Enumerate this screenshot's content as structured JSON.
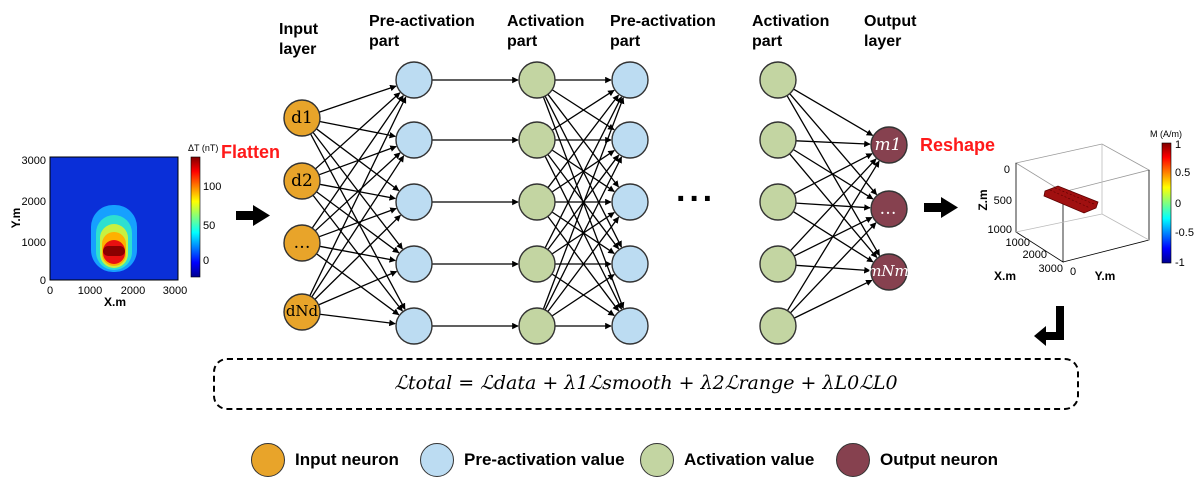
{
  "headers": {
    "input_layer": [
      "Input",
      "layer"
    ],
    "pre_activation_1": [
      "Pre-activation",
      "part"
    ],
    "activation_1": [
      "Activation",
      "part"
    ],
    "pre_activation_2": [
      "Pre-activation",
      "part"
    ],
    "activation_2": [
      "Activation",
      "part"
    ],
    "output_layer": [
      "Output",
      "layer"
    ]
  },
  "labels": {
    "flatten": "Flatten",
    "reshape": "Reshape",
    "ellipsis": "···"
  },
  "input_neurons": [
    "d1",
    "d2",
    "…",
    "dNd"
  ],
  "output_neurons": [
    "m1",
    "…",
    "mNm"
  ],
  "loss_equation": "ℒtotal = ℒdata + λ1ℒsmooth + λ2ℒrange + λL0ℒL0",
  "left_plot": {
    "colorbar_title": "ΔT (nT)",
    "colorbar_ticks": [
      "100",
      "50",
      "0"
    ],
    "y_label": "Y.m",
    "x_label": "X.m",
    "y_ticks": [
      "3000",
      "2000",
      "1000",
      "0"
    ],
    "x_ticks": [
      "0",
      "1000",
      "2000",
      "3000"
    ]
  },
  "right_plot": {
    "colorbar_title": "M (A/m)",
    "colorbar_ticks": [
      "1",
      "0.5",
      "0",
      "-0.5",
      "-1"
    ],
    "z_label": "Z.m",
    "x_label": "X.m",
    "y_label": "Y.m",
    "z_ticks": [
      "0",
      "500",
      "1000"
    ],
    "x_ticks": [
      "1000",
      "2000",
      "3000"
    ],
    "y_ticks": [
      "0"
    ]
  },
  "legend": [
    {
      "label": "Input neuron",
      "color": "#e8a42a"
    },
    {
      "label": "Pre-activation value",
      "color": "#bcdcf2"
    },
    {
      "label": "Activation value",
      "color": "#c3d5a2"
    },
    {
      "label": "Output neuron",
      "color": "#86414f"
    }
  ]
}
